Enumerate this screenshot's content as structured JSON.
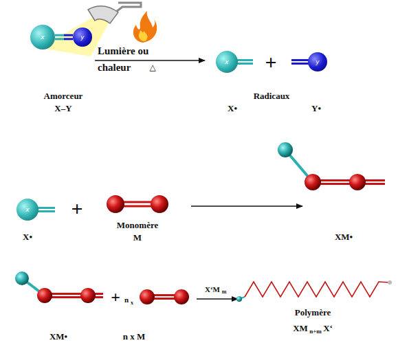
{
  "diagram": {
    "nodes": [
      {
        "text": [
          "x"
        ]
      },
      {
        "text": [
          "y"
        ]
      },
      {
        "text": [
          "x"
        ]
      },
      {
        "text": [
          "y"
        ]
      },
      {
        "text": [
          "x"
        ]
      }
    ],
    "edges": [
      {
        "from": 0,
        "to": 1,
        "arrow": "none"
      }
    ],
    "labels": [
      "Lumière ou chaleur",
      "△",
      "Amorceur",
      "X–Y",
      "Radicaux",
      "X•",
      "+",
      "Y•",
      "X•",
      "+",
      "Monomère",
      "M",
      "XM•",
      "+",
      "n",
      "x",
      "X‘M",
      "m",
      "Polymère",
      "XM",
      "n+m",
      "X‘",
      "XM•",
      "n x M"
    ]
  }
}
